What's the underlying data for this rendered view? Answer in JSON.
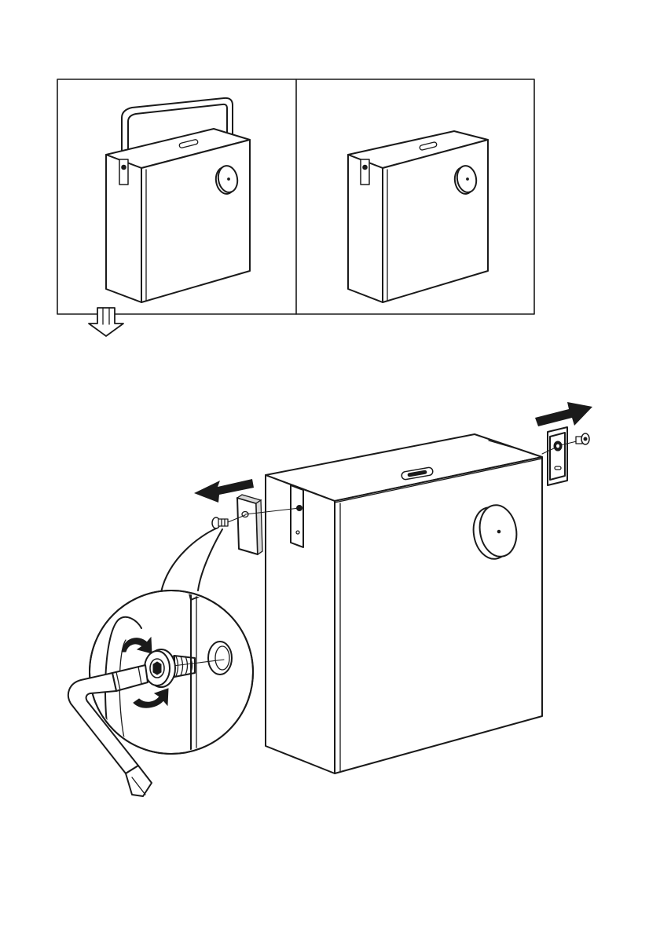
{
  "figure": {
    "step_panels": [
      {
        "id": "before",
        "icon": "box-with-carry-handle"
      },
      {
        "id": "after",
        "icon": "box-without-handle"
      }
    ],
    "next_step_icon": "hollow-down-arrow-icon",
    "main_icons": [
      "box-icon",
      "left-bracket-icon",
      "right-bracket-icon",
      "screw-icon",
      "hex-key-icon",
      "rotate-arrow-icon"
    ],
    "colors": {
      "line": "#1a1a1a",
      "arrow": "#1a1a1a",
      "panel_fill": "#d8d8d8",
      "background": "#ffffff"
    }
  }
}
